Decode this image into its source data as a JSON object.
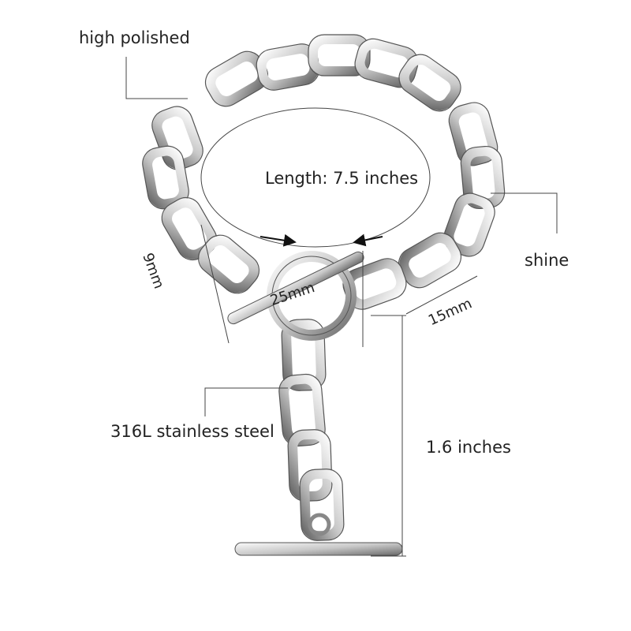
{
  "labels": {
    "high_polished": "high polished",
    "length": "Length: 7.5 inches",
    "shine": "shine",
    "width_9mm": "9mm",
    "ring_25mm": "25mm",
    "link_15mm": "15mm",
    "material": "316L stainless steel",
    "drop_length": "1.6 inches"
  },
  "colors": {
    "metal_light": "#f4f4f4",
    "metal_mid": "#b9b9b9",
    "metal_dark": "#5a5a5a",
    "line": "#444444"
  }
}
